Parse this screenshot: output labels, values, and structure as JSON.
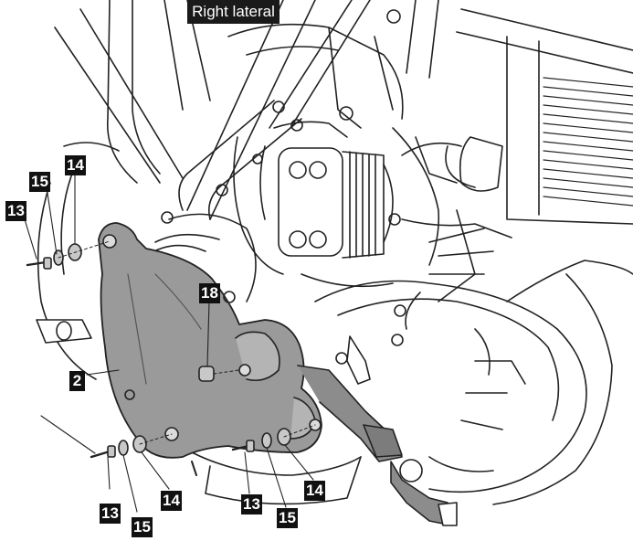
{
  "title": "Right lateral",
  "callouts": {
    "c1": "15",
    "c2": "14",
    "c3": "13",
    "c4": "18",
    "c5": "2",
    "c6": "14",
    "c7": "13",
    "c8": "15",
    "c9": "14",
    "c10": "13",
    "c11": "15"
  },
  "colors": {
    "line": "#222222",
    "cover_fill": "#9a9a9a",
    "fastener_fill": "#c8c8c8",
    "callout_fill": "#111111"
  }
}
